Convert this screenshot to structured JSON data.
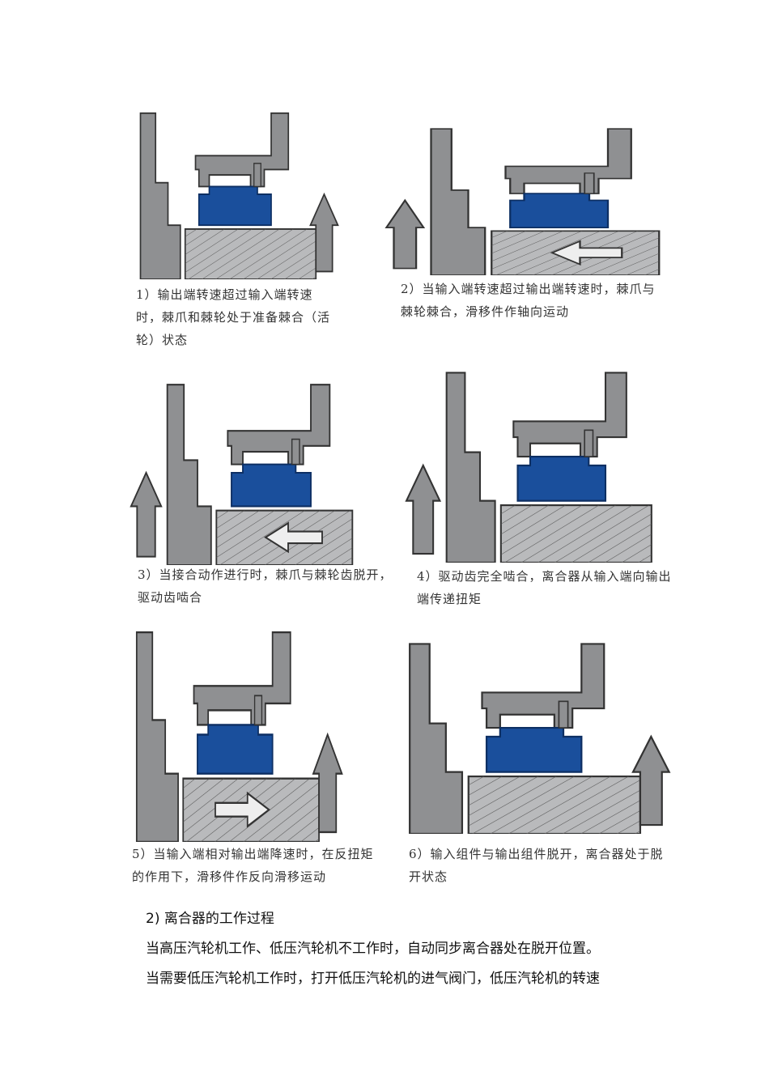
{
  "figures": [
    {
      "caption": "1）输出端转速超过输入端转速时，棘爪和棘轮处于准备棘合（活轮）状态",
      "arrow_side": "right",
      "slide_arrow": "none"
    },
    {
      "caption": "2）当输入端转速超过输出端转速时，棘爪与棘轮棘合，滑移件作轴向运动",
      "arrow_side": "left",
      "slide_arrow": "left"
    },
    {
      "caption": "3）当接合动作进行时，棘爪与棘轮齿脱开，驱动齿啮合",
      "arrow_side": "left",
      "slide_arrow": "left"
    },
    {
      "caption": "4）驱动齿完全啮合，离合器从输入端向输出端传递扭矩",
      "arrow_side": "left",
      "slide_arrow": "none"
    },
    {
      "caption": "5）当输入端相对输出端降速时，在反扭矩的作用下，滑移件作反向滑移运动",
      "arrow_side": "right",
      "slide_arrow": "right"
    },
    {
      "caption": "6）输入组件与输出组件脱开，离合器处于脱开状态",
      "arrow_side": "right",
      "slide_arrow": "none"
    }
  ],
  "section_heading": "2) 离合器的工作过程",
  "paragraph_lines": [
    "当高压汽轮机工作、低压汽轮机不工作时，自动同步离合器处在脱开位置。",
    "当需要低压汽轮机工作时，打开低压汽轮机的进气阀门，低压汽轮机的转速"
  ],
  "colors": {
    "gray": "#8f9092",
    "blue": "#1a4f9c",
    "dark": "#333333"
  }
}
